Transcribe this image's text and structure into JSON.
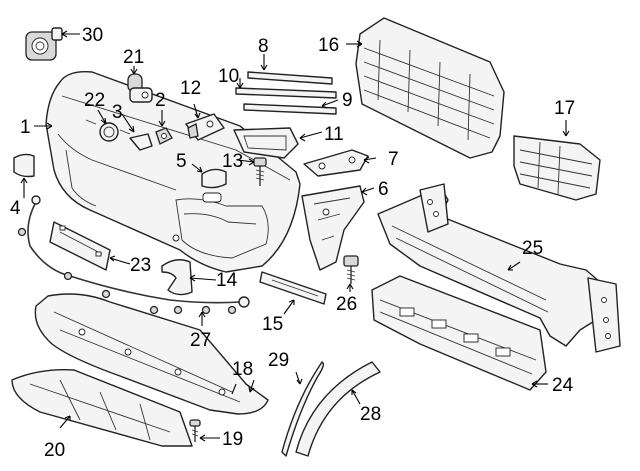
{
  "diagram": {
    "callouts": [
      {
        "id": "1",
        "label": "1"
      },
      {
        "id": "2",
        "label": "2"
      },
      {
        "id": "3",
        "label": "3"
      },
      {
        "id": "4",
        "label": "4"
      },
      {
        "id": "5",
        "label": "5"
      },
      {
        "id": "6",
        "label": "6"
      },
      {
        "id": "7",
        "label": "7"
      },
      {
        "id": "8",
        "label": "8"
      },
      {
        "id": "9",
        "label": "9"
      },
      {
        "id": "10",
        "label": "10"
      },
      {
        "id": "11",
        "label": "11"
      },
      {
        "id": "12",
        "label": "12"
      },
      {
        "id": "13",
        "label": "13"
      },
      {
        "id": "14",
        "label": "14"
      },
      {
        "id": "15",
        "label": "15"
      },
      {
        "id": "16",
        "label": "16"
      },
      {
        "id": "17",
        "label": "17"
      },
      {
        "id": "18",
        "label": "18"
      },
      {
        "id": "19",
        "label": "19"
      },
      {
        "id": "20",
        "label": "20"
      },
      {
        "id": "21",
        "label": "21"
      },
      {
        "id": "22",
        "label": "22"
      },
      {
        "id": "23",
        "label": "23"
      },
      {
        "id": "24",
        "label": "24"
      },
      {
        "id": "25",
        "label": "25"
      },
      {
        "id": "26",
        "label": "26"
      },
      {
        "id": "27",
        "label": "27"
      },
      {
        "id": "28",
        "label": "28"
      },
      {
        "id": "29",
        "label": "29"
      },
      {
        "id": "30",
        "label": "30"
      }
    ],
    "colors": {
      "line": "#222222",
      "fill": "#f4f4f4",
      "background": "#ffffff"
    }
  }
}
